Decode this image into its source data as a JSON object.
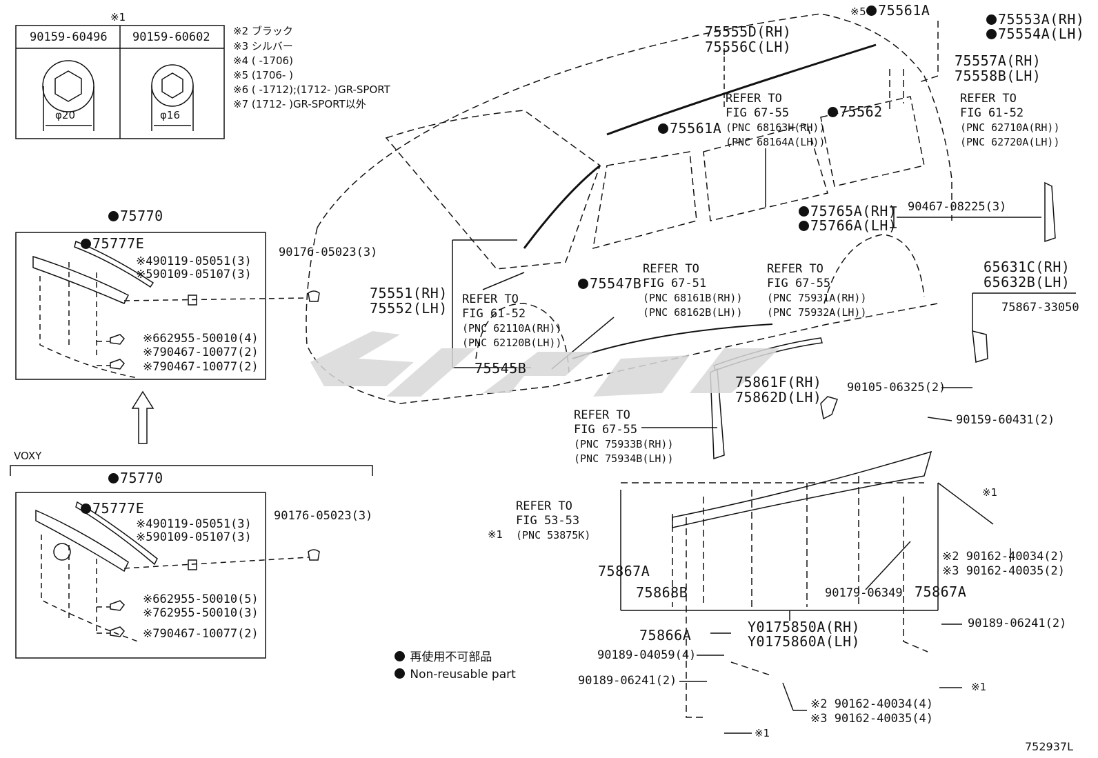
{
  "drawing_no": "752937L",
  "bolt_table": {
    "mark": "※1",
    "col1": {
      "part": "90159-60496",
      "dia": "φ20"
    },
    "col2": {
      "part": "90159-60602",
      "dia": "φ16"
    }
  },
  "notes": [
    "※2 ブラック",
    "※3 シルバー",
    "※4 (      -1706)",
    "※5 (1706-      )",
    "※6 (      -1712);(1712-      )GR-SPORT",
    "※7 (1712-      )GR-SPORT以外"
  ],
  "legend": {
    "jp": "再使用不可部品",
    "en": "Non-reusable part"
  },
  "panel_top": {
    "main": "75770",
    "sub": "75777E",
    "l1": "※490119-05051(3)",
    "l2": "※590109-05107(3)",
    "l3": "※662955-50010(4)",
    "l4": "※790467-10077(2)",
    "l5": "※790467-10077(2)",
    "nut": "90176-05023(3)"
  },
  "panel_voxy": {
    "label": "VOXY",
    "main": "75770",
    "sub": "75777E",
    "l1": "※490119-05051(3)",
    "l2": "※590109-05107(3)",
    "l3": "※662955-50010(5)",
    "l4": "※762955-50010(3)",
    "l5": "※790467-10077(2)",
    "nut": "90176-05023(3)"
  },
  "callouts": {
    "c75561A_top": "75561A",
    "c75561A_top_mark": "※5",
    "c75553A": "75553A(RH)",
    "c75554A": "75554A(LH)",
    "c75555D": "75555D(RH)",
    "c75556C": "75556C(LH)",
    "c75557A": "75557A(RH)",
    "c75558B": "75558B(LH)",
    "c75562": "75562",
    "c75561A": "75561A",
    "c75765A": "75765A(RH)",
    "c75766A": "75766A(LH)",
    "c90467_08225": "90467-08225(3)",
    "c75547B": "75547B",
    "c75551": "75551(RH)",
    "c75552": "75552(LH)",
    "c75545B": "75545B",
    "c65631C": "65631C(RH)",
    "c65632B": "65632B(LH)",
    "c75867_33050": "75867-33050",
    "c90105": "90105-06325(2)",
    "c75861F": "75861F(RH)",
    "c75862D": "75862D(LH)",
    "c90159_60431": "90159-60431(2)",
    "c75867A_l": "75867A",
    "c75868B": "75868B",
    "c90179": "90179-06349",
    "c75867A_r": "75867A",
    "c90162_r1": "※2 90162-40034(2)",
    "c90162_r2": "※3 90162-40035(2)",
    "c90189_r": "90189-06241(2)",
    "c75850A": "Y0175850A(RH)",
    "c75860A": "Y0175860A(LH)",
    "c75866A": "75866A",
    "c90189_04059": "90189-04059(4)",
    "c90189_06241": "90189-06241(2)",
    "c90162_b1": "※2 90162-40034(4)",
    "c90162_b2": "※3 90162-40035(4)",
    "mark1_a": "※1",
    "mark1_b": "※1",
    "mark1_c": "※1",
    "mark1_d": "※1"
  },
  "refs": {
    "r1": {
      "l1": "REFER TO",
      "l2": "FIG 67-55",
      "l3": "(PNC 68163H(RH))",
      "l4": "(PNC 68164A(LH))"
    },
    "r2": {
      "l1": "REFER TO",
      "l2": "FIG 61-52",
      "l3": "(PNC 62710A(RH))",
      "l4": "(PNC 62720A(LH))"
    },
    "r3": {
      "l1": "REFER TO",
      "l2": "FIG 61-52",
      "l3": "(PNC 62110A(RH))",
      "l4": "(PNC 62120B(LH))"
    },
    "r4": {
      "l1": "REFER TO",
      "l2": "FIG 67-51",
      "l3": "(PNC 68161B(RH))",
      "l4": "(PNC 68162B(LH))"
    },
    "r5": {
      "l1": "REFER TO",
      "l2": "FIG 67-55",
      "l3": "(PNC 75931A(RH))",
      "l4": "(PNC 75932A(LH))"
    },
    "r6": {
      "l1": "REFER TO",
      "l2": "FIG 67-55",
      "l3": "(PNC 75933B(RH))",
      "l4": "(PNC 75934B(LH))"
    },
    "r7": {
      "l1": "REFER TO",
      "l2": "FIG 53-53",
      "l3": "(PNC 53875K)"
    }
  }
}
